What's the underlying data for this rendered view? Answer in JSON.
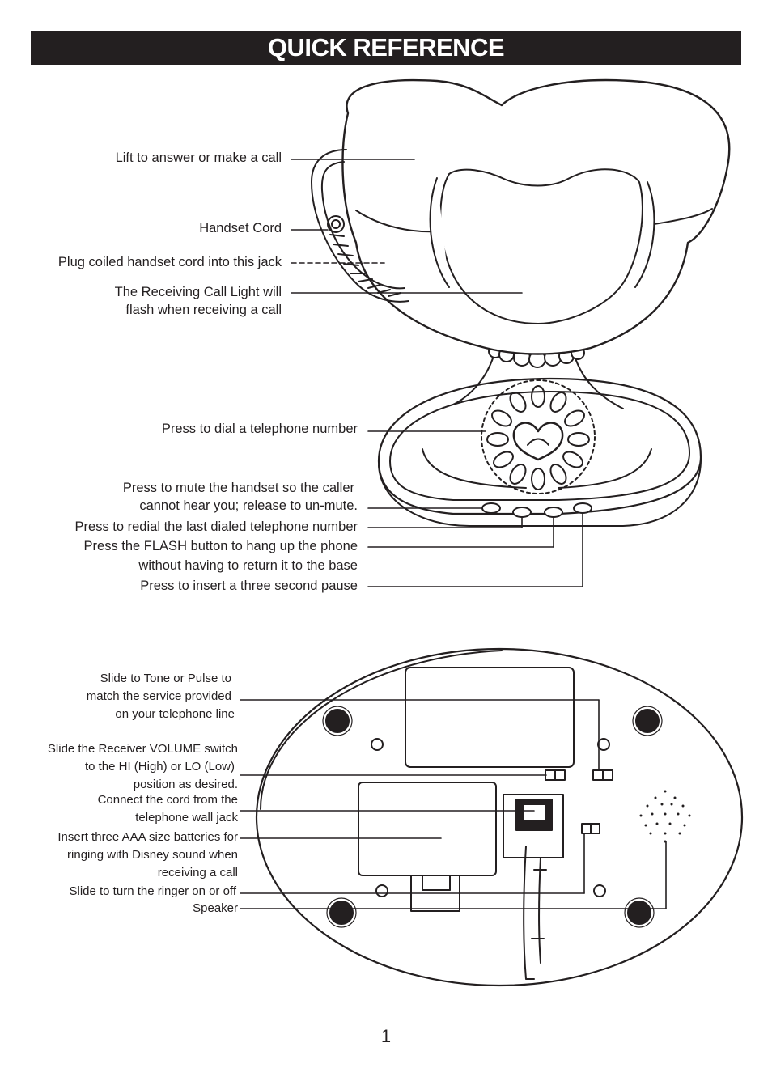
{
  "header": {
    "title": "QUICK REFERENCE"
  },
  "phone_labels": {
    "lift": "Lift to answer or make a call",
    "handset_cord": "Handset Cord",
    "plug_cord": "Plug coiled handset cord into this jack",
    "receiving_light": [
      "The Receiving Call Light will",
      "flash when receiving a call"
    ],
    "dial": "Press to dial a telephone number",
    "mute": [
      "Press to mute the handset so the caller",
      "cannot hear you; release to un-mute."
    ],
    "redial": "Press to redial the last dialed telephone number",
    "flash": [
      "Press the FLASH button to hang up the phone",
      "without having to return it to the base"
    ],
    "pause": "Press to insert a three second pause"
  },
  "base_labels": {
    "tone_pulse": [
      "Slide to Tone or Pulse to",
      "match the service provided",
      "on your telephone line"
    ],
    "volume": [
      "Slide the Receiver VOLUME switch",
      "to the HI (High) or LO (Low)",
      "position as desired."
    ],
    "wall_jack": [
      "Connect the cord from the",
      "telephone wall jack"
    ],
    "batteries": [
      "Insert three AAA size batteries for",
      "ringing with Disney sound when",
      "receiving a call"
    ],
    "ringer": "Slide to turn the ringer on or off",
    "speaker": "Speaker"
  },
  "footer": {
    "page_number": "1"
  }
}
